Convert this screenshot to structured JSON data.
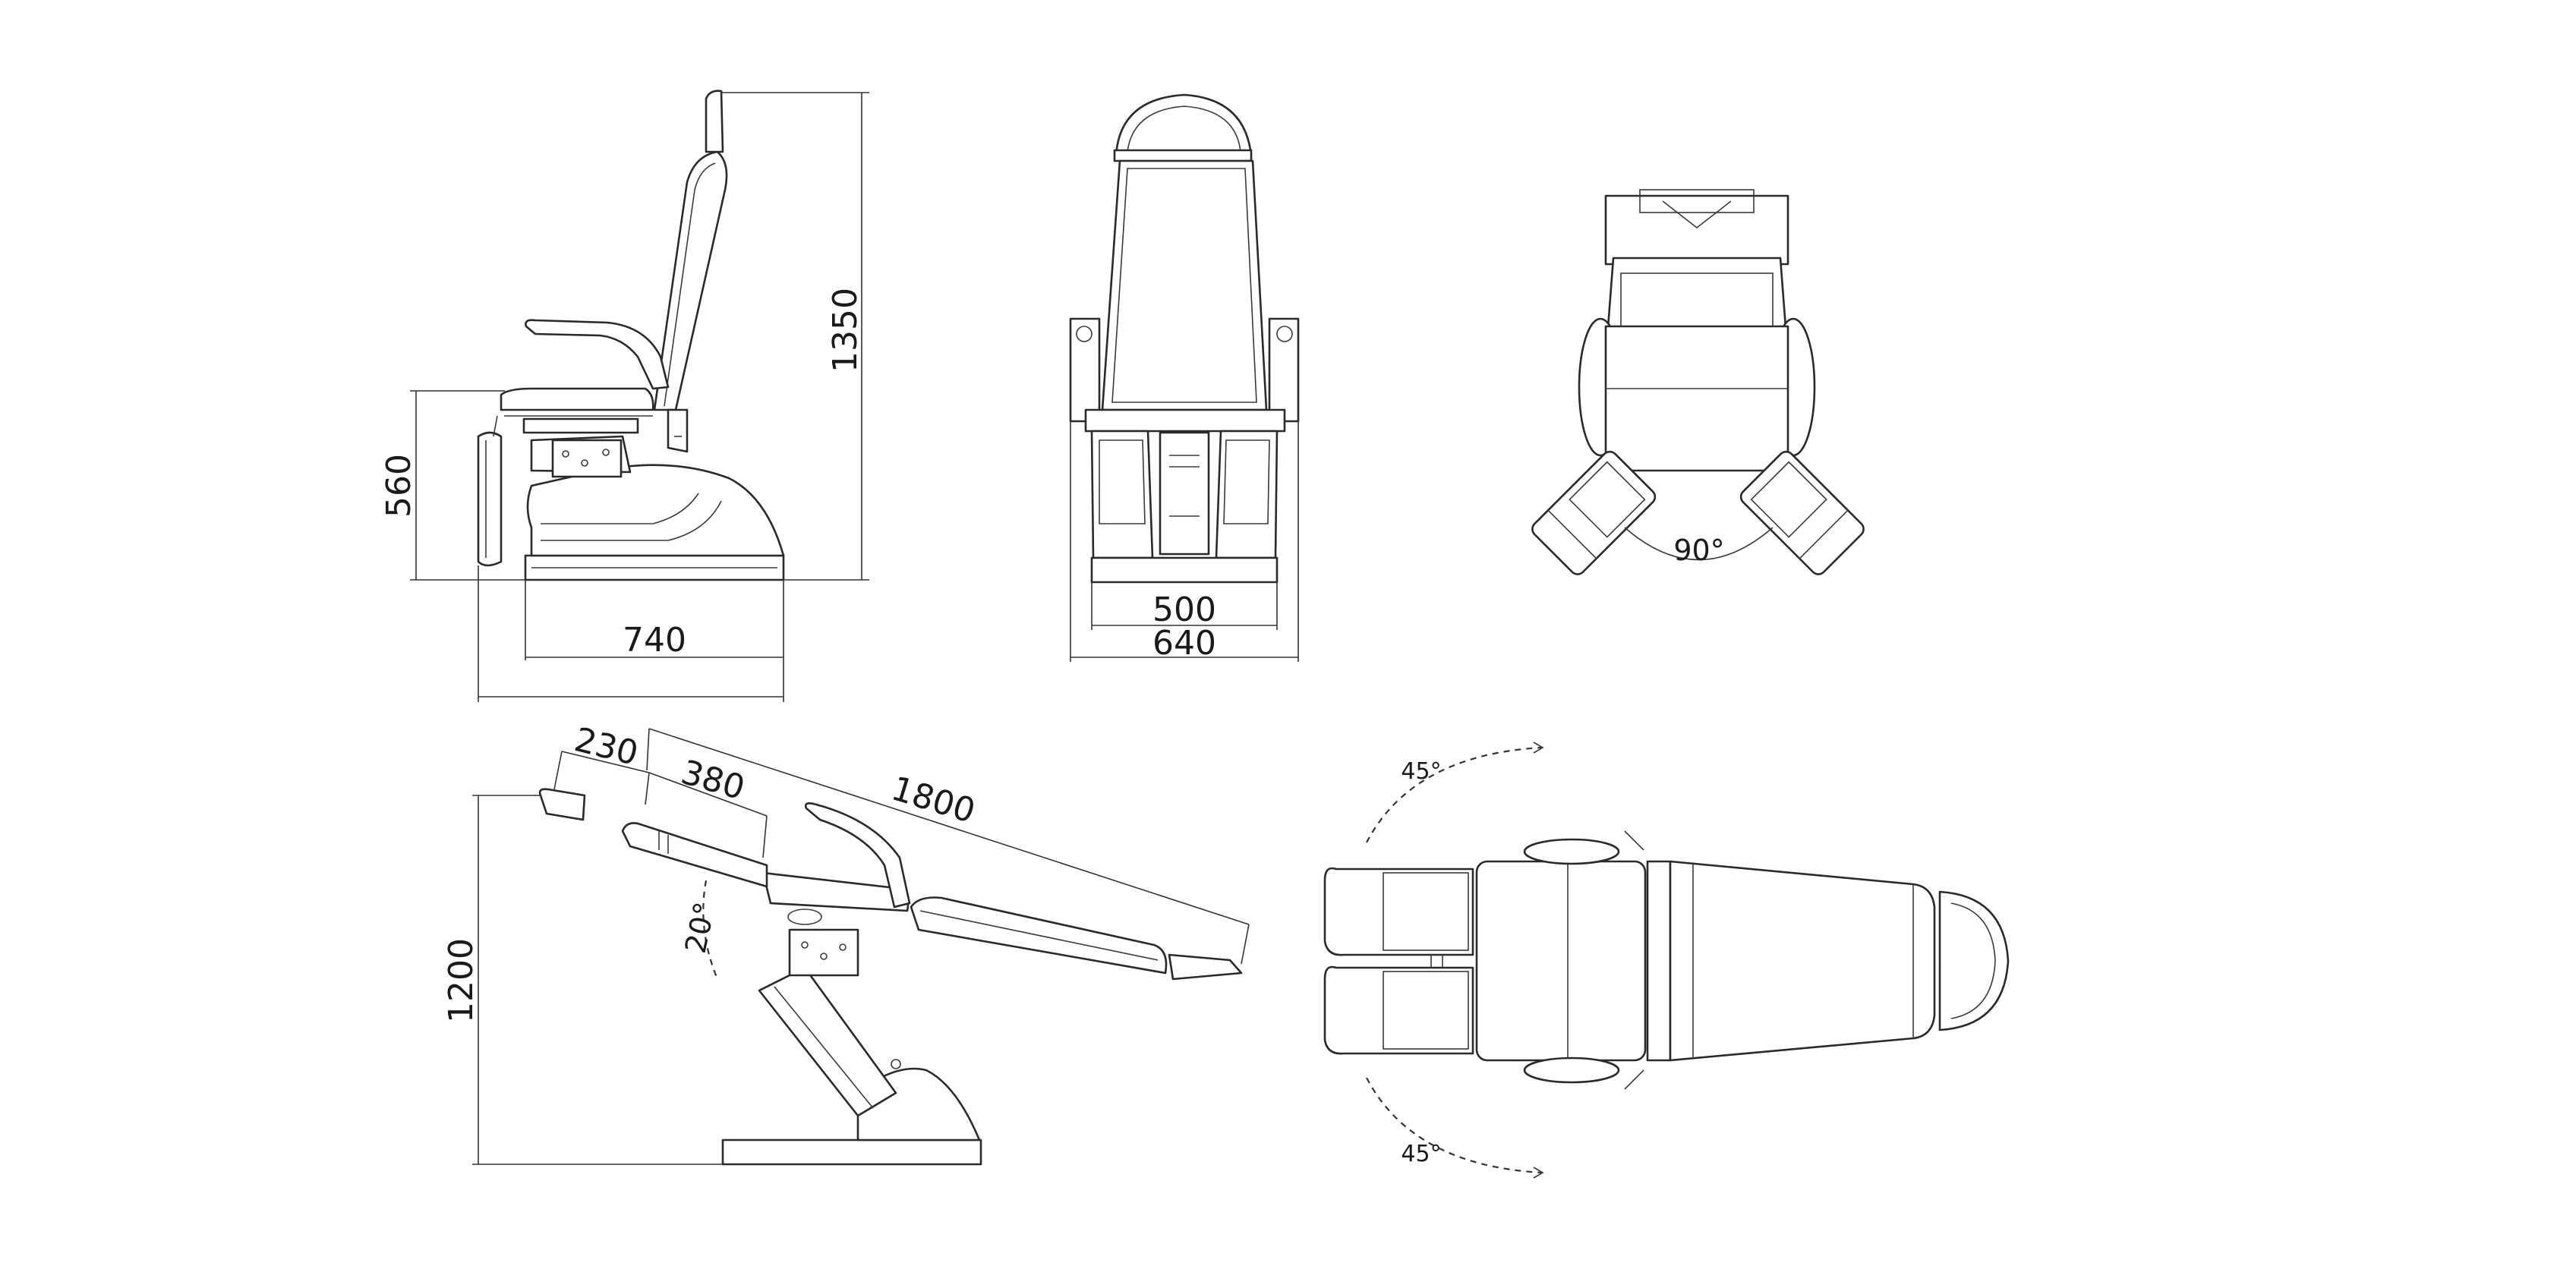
{
  "dimensions": {
    "side_height": "1350",
    "side_seat_height": "560",
    "side_depth": "740",
    "front_inner_width": "500",
    "front_outer_width": "640",
    "top_leg_angle": "90°",
    "recline_foot": "230",
    "recline_leg": "380",
    "recline_length": "1800",
    "recline_tilt": "20°",
    "recline_height": "1200",
    "swing_top": "45°",
    "swing_bottom": "45°"
  },
  "colors": {
    "line": "#2a2a2a",
    "background": "#ffffff"
  }
}
